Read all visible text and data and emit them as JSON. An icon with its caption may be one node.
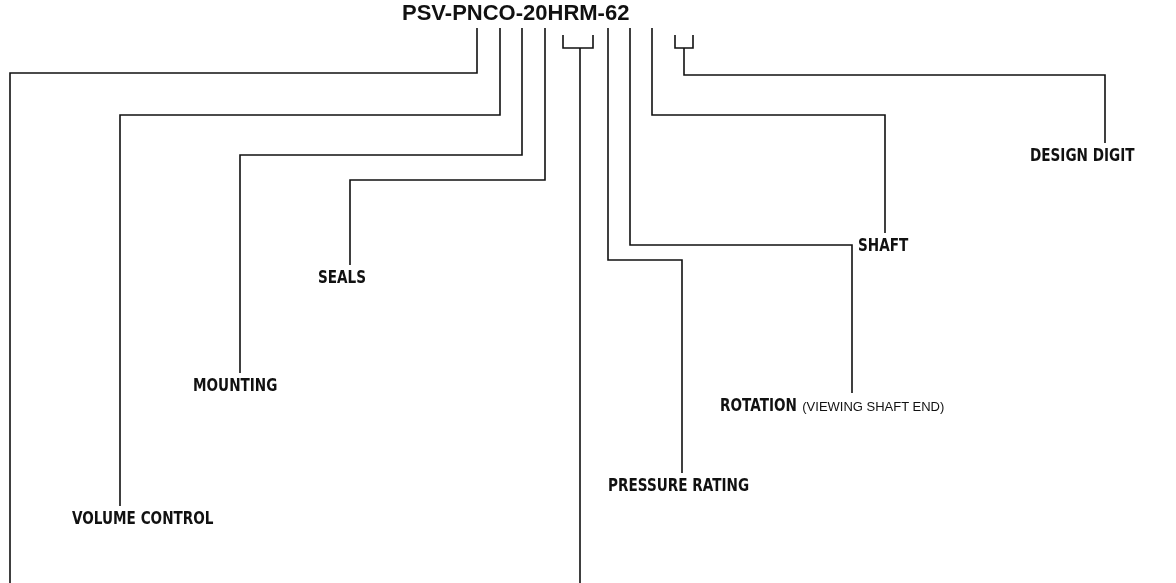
{
  "diagram": {
    "nodes": [
      {
        "text": [
          "PSV-PNCO-20HRM-62"
        ]
      },
      {
        "text": [
          "VOLUME CONTROL"
        ]
      },
      {
        "text": [
          "MOUNTING"
        ]
      },
      {
        "text": [
          "SEALS"
        ]
      },
      {
        "text": [
          "PRESSURE RATING"
        ]
      },
      {
        "text": [
          "ROTATION",
          "(VIEWING SHAFT END)"
        ]
      },
      {
        "text": [
          "SHAFT"
        ]
      },
      {
        "text": [
          "DESIGN DIGIT"
        ]
      }
    ],
    "edges": [
      {
        "from": 0,
        "to": null,
        "arrow": "none"
      },
      {
        "from": 1,
        "to": 0,
        "arrow": "none"
      },
      {
        "from": 2,
        "to": 0,
        "arrow": "none"
      },
      {
        "from": 3,
        "to": 0,
        "arrow": "none"
      },
      {
        "from": 0,
        "to": null,
        "arrow": "none"
      },
      {
        "from": 4,
        "to": 0,
        "arrow": "none"
      },
      {
        "from": 5,
        "to": 0,
        "arrow": "none"
      },
      {
        "from": 6,
        "to": 0,
        "arrow": "none"
      },
      {
        "from": 7,
        "to": 0,
        "arrow": "none"
      }
    ]
  }
}
